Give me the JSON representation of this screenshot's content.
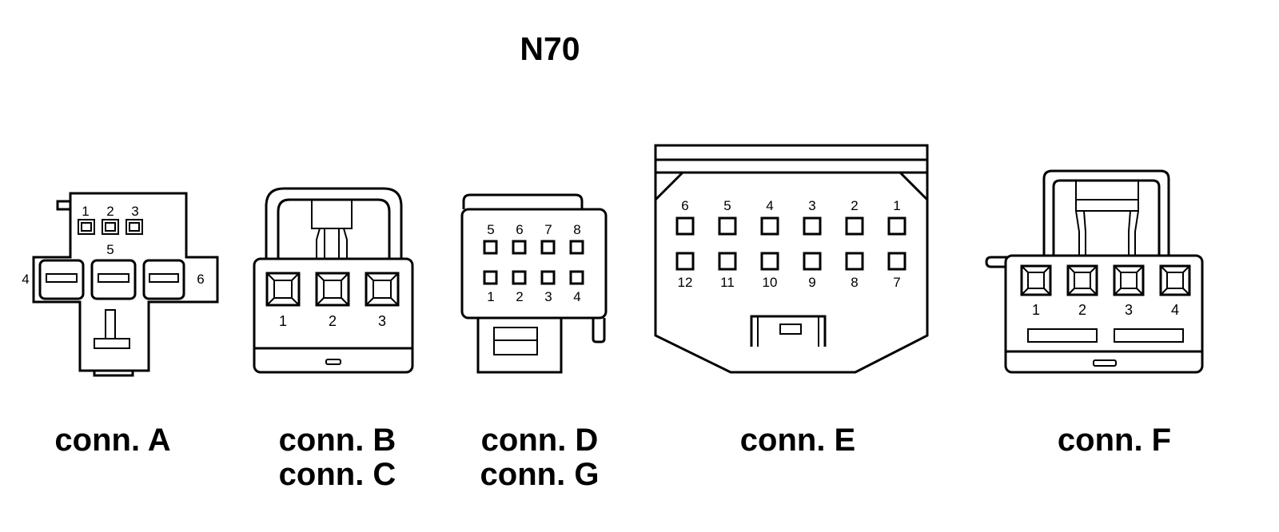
{
  "title": "N70",
  "connectors": {
    "A": {
      "label": "conn. A",
      "pins_top": [
        "1",
        "2",
        "3"
      ],
      "pin_center": "5",
      "pin_left": "4",
      "pin_right": "6"
    },
    "BC": {
      "label_1": "conn. B",
      "label_2": "conn. C",
      "pins": [
        "1",
        "2",
        "3"
      ]
    },
    "DG": {
      "label_1": "conn. D",
      "label_2": "conn. G",
      "pins_top": [
        "5",
        "6",
        "7",
        "8"
      ],
      "pins_bottom": [
        "1",
        "2",
        "3",
        "4"
      ]
    },
    "E": {
      "label": "conn. E",
      "pins_top": [
        "6",
        "5",
        "4",
        "3",
        "2",
        "1"
      ],
      "pins_bottom": [
        "12",
        "11",
        "10",
        "9",
        "8",
        "7"
      ]
    },
    "F": {
      "label": "conn. F",
      "pins": [
        "1",
        "2",
        "3",
        "4"
      ]
    }
  }
}
